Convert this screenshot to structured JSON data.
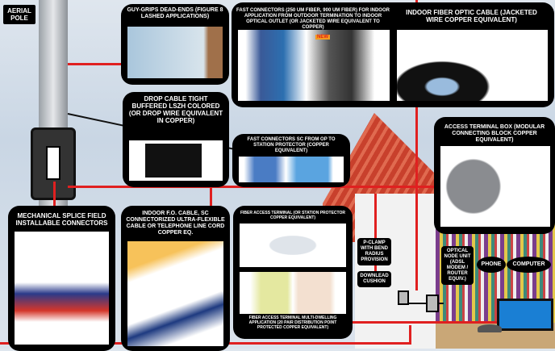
{
  "pole_label": "AERIAL POLE",
  "boxes": {
    "guy_grips": "GUY-GRIPS DEAD-ENDS (FIGURE 8 LASHED APPLICATIONS)",
    "fast_connectors": "FAST CONNECTORS (250 UM FIBER, 900 UM FIBER) FOR INDOOR APPLICATION FROM OUTDOOR TERMINATION TO INDOOR OPTICAL OUTLET (OR JACKETED WIRE EQUIVALENT TO COPPER)",
    "new_badge": "NEW",
    "indoor_cable": "INDOOR FIBER OPTIC CABLE (JACKETED WIRE COPPER EQUIVALENT)",
    "drop_cable": "DROP CABLE TIGHT BUFFERED LSZH COLORED (OR DROP WIRE EQUIVALENT IN COPPER)",
    "fast_connectors_sc": "FAST CONNECTORS SC FROM OP TO STATION PROTECTOR (COPPER EQUIVALENT)",
    "access_terminal_box": "ACCESS TERMINAL BOX (MODULAR CONNECTING BLOCK COPPER EQUIVALENT)",
    "mechanical_splice": "MECHANICAL SPLICE FIELD INSTALLABLE CONNECTORS",
    "indoor_fo_cable": "INDOOR F.O. CABLE, SC CONNECTORIZED ULTRA-FLEXIBLE CABLE OR TELEPHONE LINE CORD COPPER EQ.",
    "fiber_access_terminal": "FIBER ACCESS TERMINAL (OR STATION PROTECTOR COPPER EQUIVALENT)",
    "fiber_access_multi": "FIBER ACCESS TERMINAL MULTI-DWELLING APPLICATION (20 PAIR DISTRIBUTION POINT PROTECTED COPPER EQUIVALENT)"
  },
  "labels": {
    "p_clamp": "P-CLAMP WITH BEND RADIUS PROVISION",
    "downlead": "DOWNLEAD CUSHION",
    "optical_node": "OPTICAL NODE UNIT (ADSL MODEM / ROUTER EQUIV.)",
    "phone": "PHONE",
    "computer": "COMPUTER"
  },
  "colors": {
    "accent": "#e02020",
    "box": "#000000"
  }
}
